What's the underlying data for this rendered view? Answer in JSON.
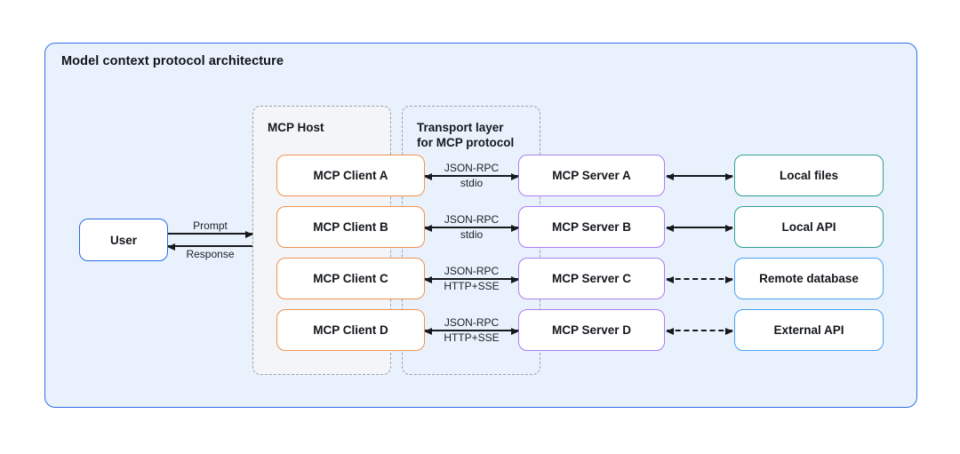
{
  "title": "Model context protocol architecture",
  "user": {
    "label": "User"
  },
  "flow": {
    "prompt": "Prompt",
    "response": "Response"
  },
  "groups": {
    "host": {
      "label": "MCP Host"
    },
    "transport": {
      "label_line1": "Transport layer",
      "label_line2": "for MCP protocol"
    }
  },
  "rows": [
    {
      "client": "MCP Client A",
      "protocol_line1": "JSON-RPC",
      "protocol_line2": "stdio",
      "server": "MCP Server A",
      "resource": "Local files",
      "resource_link": "solid",
      "resource_border": "#2f9e92"
    },
    {
      "client": "MCP Client B",
      "protocol_line1": "JSON-RPC",
      "protocol_line2": "stdio",
      "server": "MCP Server B",
      "resource": "Local API",
      "resource_link": "solid",
      "resource_border": "#2f9e92"
    },
    {
      "client": "MCP Client C",
      "protocol_line1": "JSON-RPC",
      "protocol_line2": "HTTP+SSE",
      "server": "MCP Server C",
      "resource": "Remote database",
      "resource_link": "dashed",
      "resource_border": "#47a0f4"
    },
    {
      "client": "MCP Client D",
      "protocol_line1": "JSON-RPC",
      "protocol_line2": "HTTP+SSE",
      "server": "MCP Server D",
      "resource": "External API",
      "resource_link": "dashed",
      "resource_border": "#47a0f4"
    }
  ],
  "colors": {
    "ink": "#17191d",
    "panel_bg": "#e9f1fd",
    "panel_border": "#2e6ee8",
    "host_bg": "#f3f5f8",
    "dashed": "#9aa1a9",
    "client": "#f0924f",
    "server": "#a97ef0",
    "teal": "#2f9e92",
    "blue": "#47a0f4",
    "user": "#276be8"
  }
}
